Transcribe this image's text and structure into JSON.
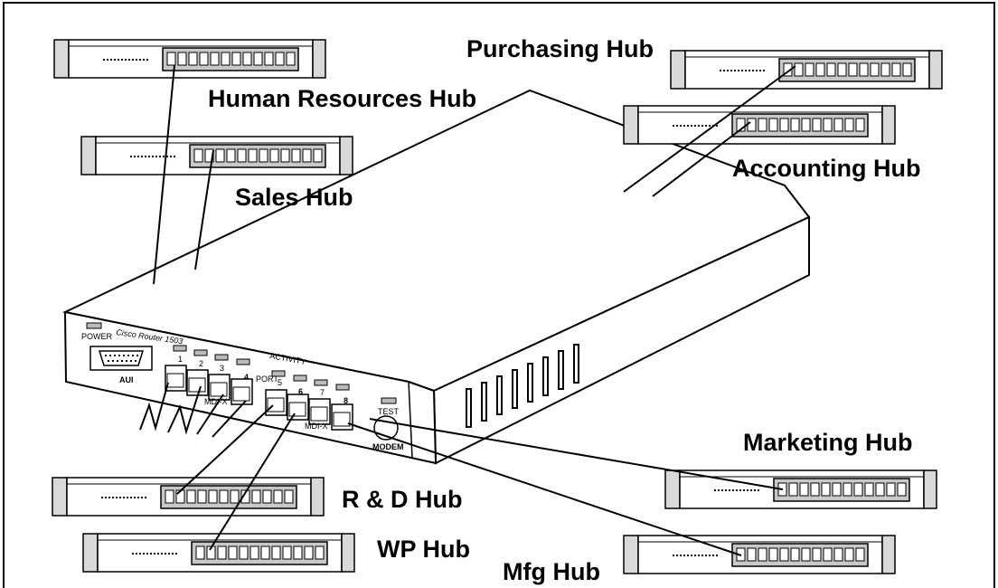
{
  "hubs": [
    {
      "name": "Human Resources Hub"
    },
    {
      "name": "Sales Hub"
    },
    {
      "name": "Purchasing Hub"
    },
    {
      "name": "Accounting Hub"
    },
    {
      "name": "Marketing Hub"
    },
    {
      "name": "R & D Hub"
    },
    {
      "name": "WP Hub"
    },
    {
      "name": "Mfg Hub"
    }
  ],
  "router": {
    "model": "Cisco Router 1503",
    "power_label": "POWER",
    "aui_label": "AUI",
    "activity_label": "ACTIVITY",
    "port_label": "PORT",
    "mdix_label_a": "MDI-X",
    "mdix_label_b": "MDI-X",
    "test_label": "TEST",
    "modem_label": "MODEM",
    "port_numbers": [
      "1",
      "2",
      "3",
      "4",
      "5",
      "6",
      "7",
      "8"
    ]
  },
  "colors": {
    "line": "#000000",
    "fill": "#ffffff",
    "shade": "#d6d6d6",
    "port_fill": "#c4c4c4"
  }
}
